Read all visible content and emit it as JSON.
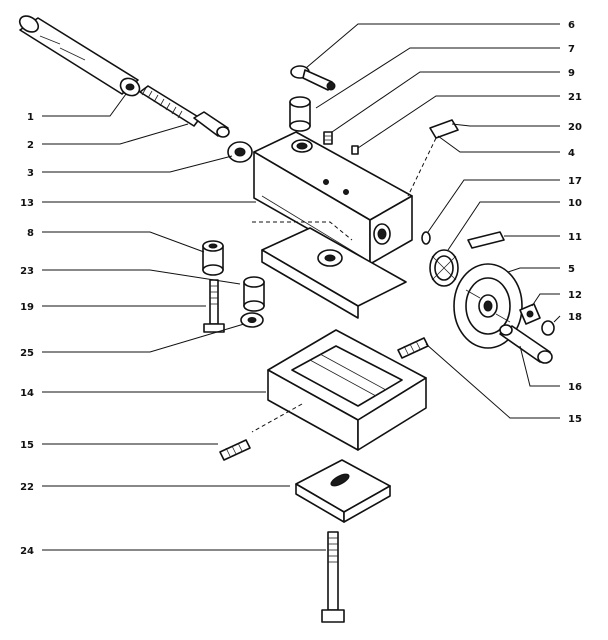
{
  "diagram": {
    "part_labels": {
      "p1": "1",
      "p2": "2",
      "p3": "3",
      "p4": "4",
      "p5": "5",
      "p6": "6",
      "p7": "7",
      "p8": "8",
      "p9": "9",
      "p10": "10",
      "p11": "11",
      "p12": "12",
      "p13": "13",
      "p14": "14",
      "p15a": "15",
      "p15b": "15",
      "p16": "16",
      "p17": "17",
      "p18": "18",
      "p19": "19",
      "p20": "20",
      "p21": "21",
      "p22": "22",
      "p23": "23",
      "p24": "24",
      "p25": "25"
    }
  }
}
